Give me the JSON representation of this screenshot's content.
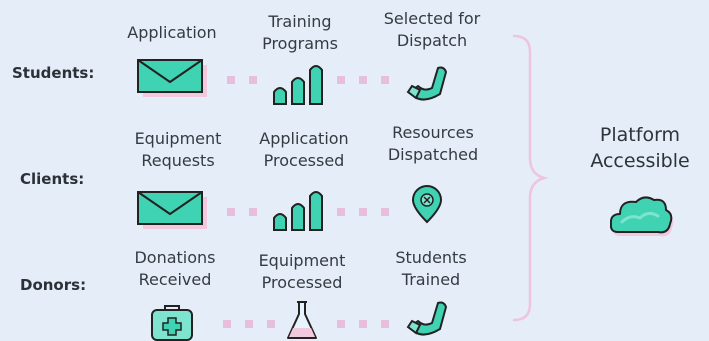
{
  "rows": [
    {
      "label": "Students:",
      "steps": [
        {
          "label": "Application",
          "icon": "envelope-icon"
        },
        {
          "label": "Training\nPrograms",
          "icon": "bar-chart-icon"
        },
        {
          "label": "Selected for\nDispatch",
          "icon": "phone-handset-icon"
        }
      ]
    },
    {
      "label": "Clients:",
      "steps": [
        {
          "label": "Equipment\nRequests",
          "icon": "envelope-icon"
        },
        {
          "label": "Application\nProcessed",
          "icon": "bar-chart-icon"
        },
        {
          "label": "Resources\nDispatched",
          "icon": "location-pin-icon"
        }
      ]
    },
    {
      "label": "Donors:",
      "steps": [
        {
          "label": "Donations\nReceived",
          "icon": "medical-kit-icon"
        },
        {
          "label": "Equipment\nProcessed",
          "icon": "flask-icon"
        },
        {
          "label": "Students\nTrained",
          "icon": "phone-handset-icon"
        }
      ]
    }
  ],
  "outcome": {
    "label": "Platform\nAccessible",
    "icon": "cloud-icon"
  },
  "colors": {
    "teal": "#3fd3b4",
    "teal_light": "#7ee4cf",
    "outline": "#222222",
    "connector_dot": "#e7bfdc",
    "bracket": "#efc4dd",
    "background": "#e4edf8"
  }
}
